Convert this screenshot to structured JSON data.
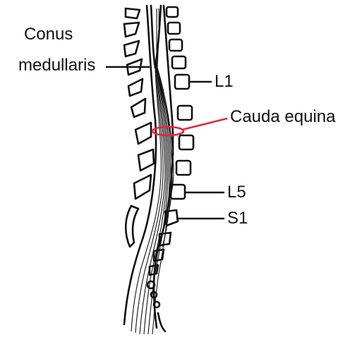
{
  "labels": {
    "conus_line1": "Conus",
    "conus_line2": "medullaris",
    "l1": "L1",
    "cauda_equina": "Cauda equina",
    "l5": "L5",
    "s1": "S1"
  },
  "colors": {
    "line": "#111111",
    "highlight": "#e8243c",
    "background": "#ffffff"
  }
}
